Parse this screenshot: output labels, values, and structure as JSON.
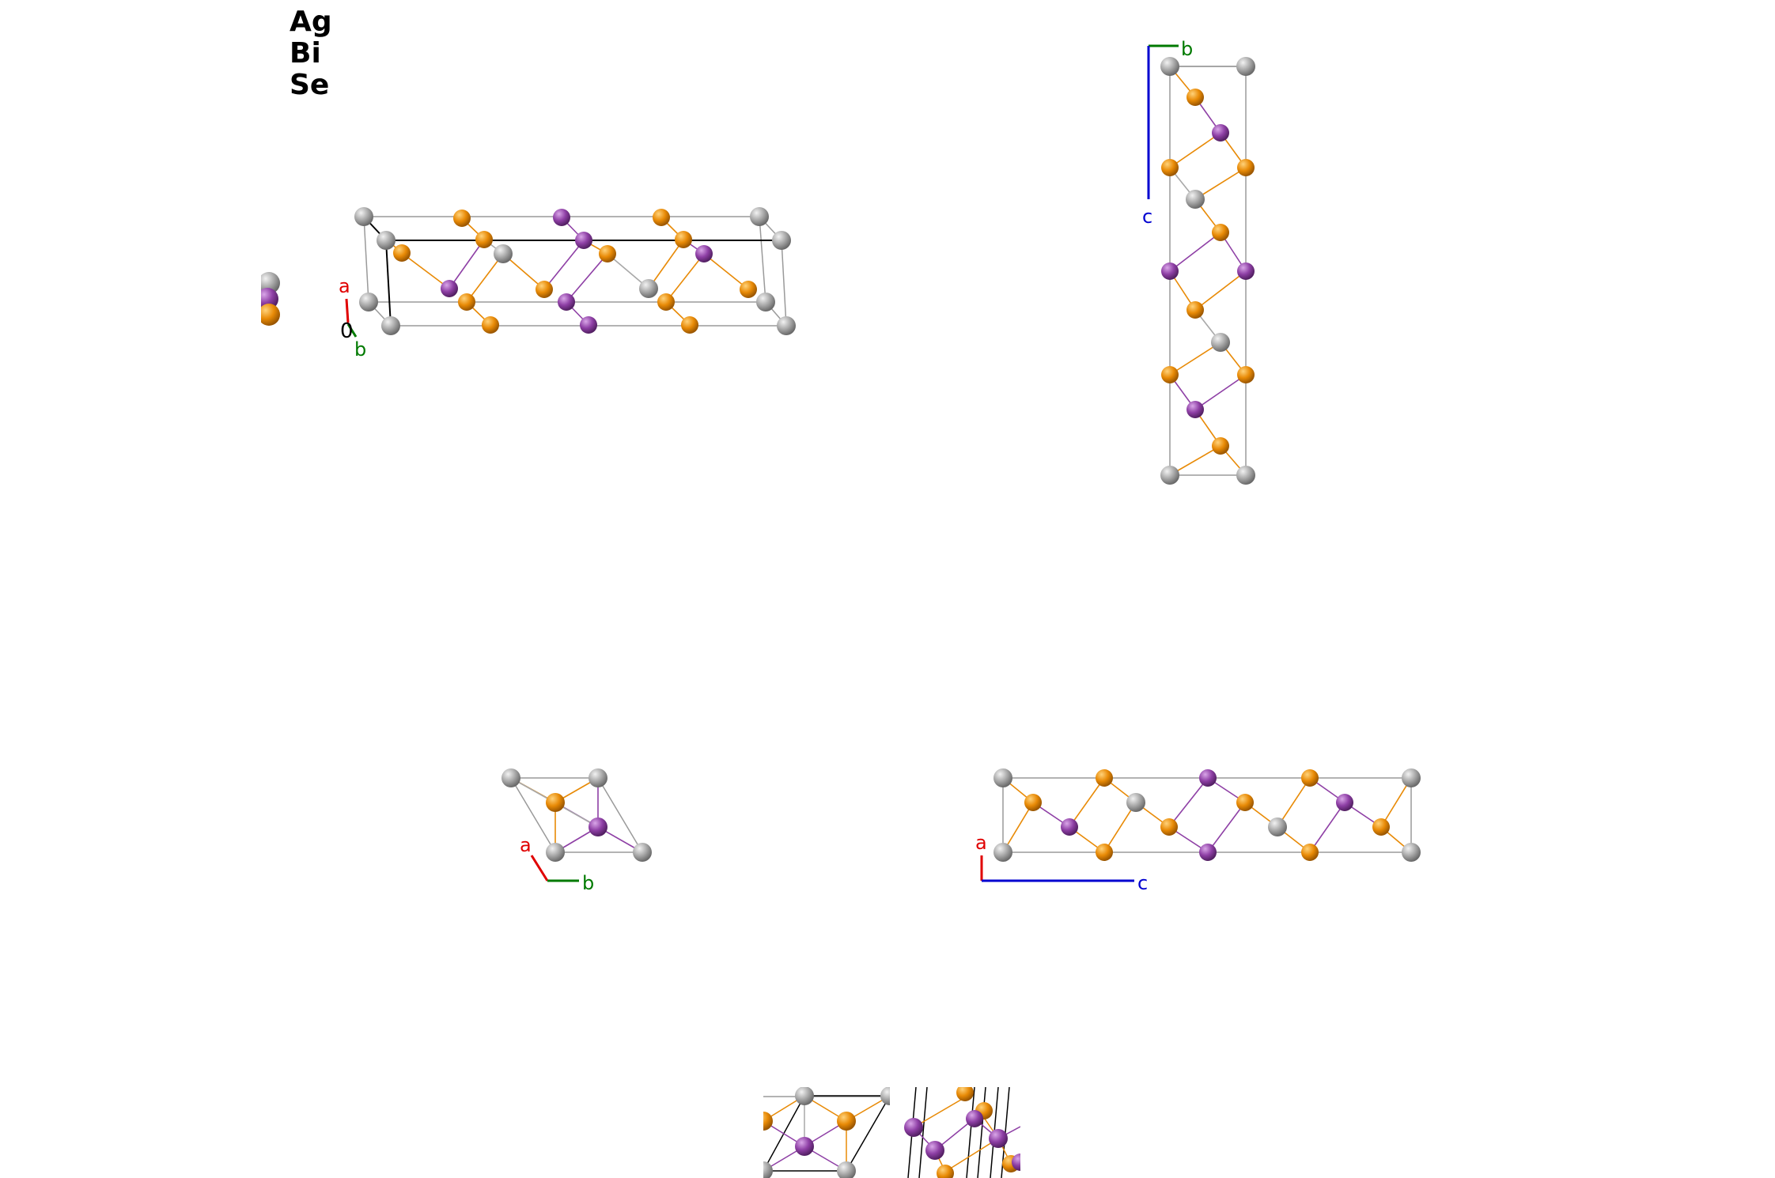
{
  "legend": {
    "elements": [
      "Ag",
      "Bi",
      "Se"
    ]
  },
  "atom_colors": {
    "Ag": "#a8a8a8",
    "Bi": "#8e3fa5",
    "Se": "#e88a06"
  },
  "axis_colors": {
    "a": "#e00000",
    "b": "#007a00",
    "c": "#0000d0"
  },
  "views": {
    "perspective": {
      "axes": [
        "a",
        "b"
      ],
      "origin_label": "0"
    },
    "along_a": {
      "axes": [
        "b",
        "c"
      ]
    },
    "along_c": {
      "axes": [
        "a",
        "b"
      ]
    },
    "along_b": {
      "axes": [
        "a",
        "c"
      ]
    }
  }
}
